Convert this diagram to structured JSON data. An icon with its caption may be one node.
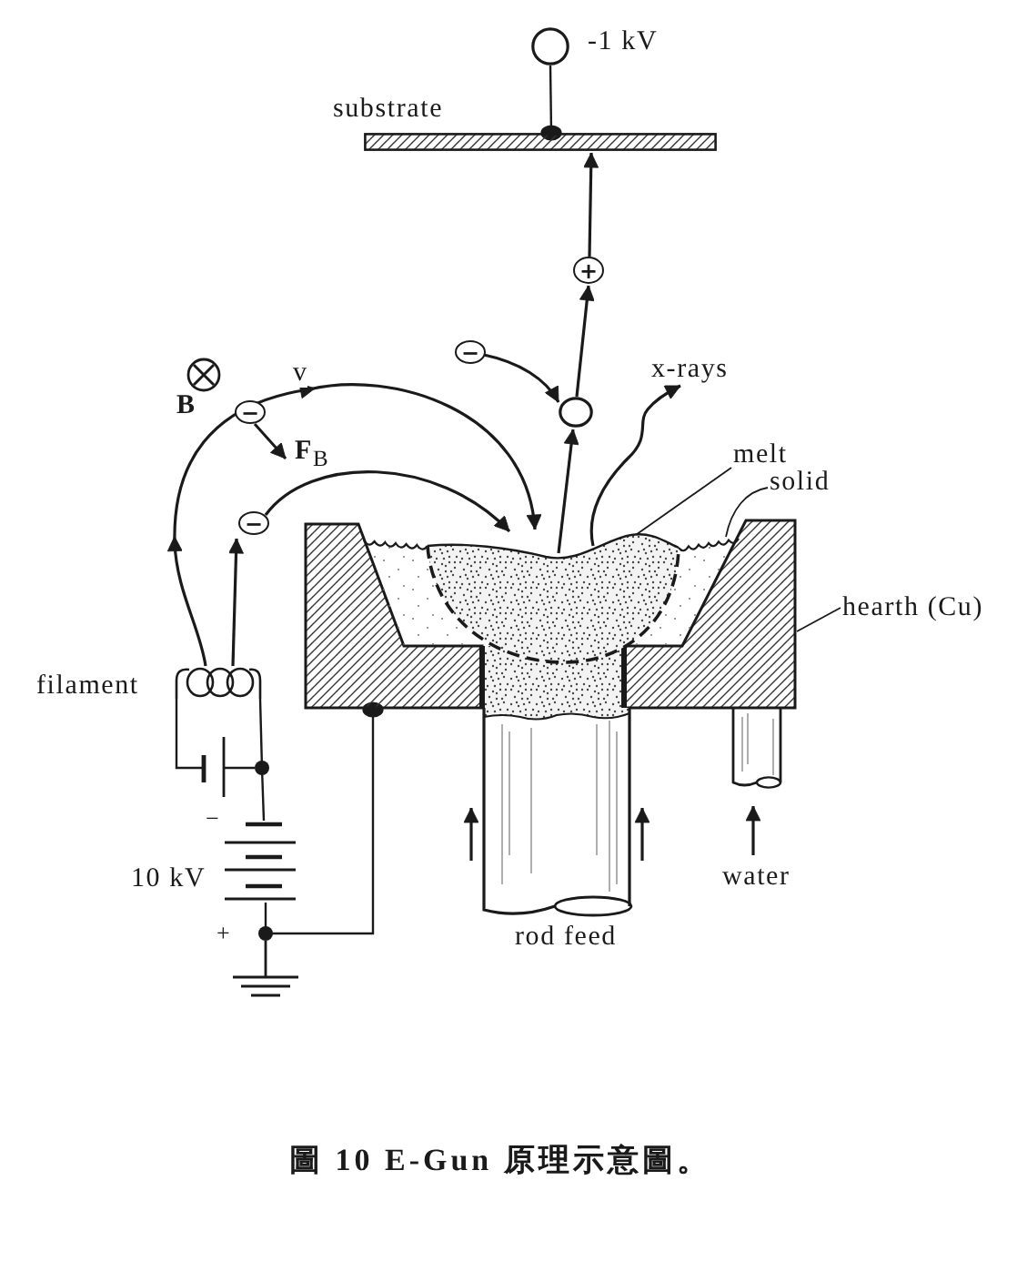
{
  "diagram": {
    "caption": "圖 10 E-Gun 原理示意圖。",
    "nodes": [
      {
        "text": [],
        "shape": "circle",
        "beside": [
          "-1 kV"
        ]
      },
      {
        "text": [],
        "shape": "bar",
        "beside": [
          "substrate"
        ]
      },
      {
        "text": [
          "+"
        ]
      },
      {
        "text": [
          "−"
        ]
      },
      {
        "text": [],
        "shape": "circle"
      },
      {
        "text": [
          "−"
        ]
      },
      {
        "text": [
          "melt"
        ]
      },
      {
        "text": [
          "solid"
        ]
      },
      {
        "text": [
          "−"
        ]
      },
      {
        "text": [],
        "shape": "picture"
      },
      {
        "text": [],
        "shape": "picture",
        "in": 9
      },
      {
        "text": [],
        "shape": "picture",
        "in": 9
      },
      {
        "text": [
          "hearth (Cu)"
        ]
      },
      {
        "text": [],
        "shape": "picture",
        "beside": [
          "filament"
        ]
      },
      {
        "text": [],
        "shape": "picture",
        "beside": [
          "−",
          "10 kV",
          "+"
        ]
      }
    ],
    "edges": [
      {
        "from": 0,
        "to": 1,
        "arrow": "other"
      },
      {
        "from": 2,
        "to": 1,
        "arrow": "to"
      },
      {
        "from": 4,
        "to": 2,
        "arrow": "to"
      },
      {
        "from": 3,
        "to": 4,
        "arrow": "to"
      },
      {
        "from": 10,
        "to": 4,
        "arrow": "to"
      },
      {
        "from": 10,
        "to": null,
        "arrow": "to",
        "label": "x-rays"
      },
      {
        "from": 13,
        "to": 10,
        "arrow": "to",
        "label": "v"
      },
      {
        "from": 13,
        "to": 8,
        "arrow": "to"
      },
      {
        "from": 8,
        "to": 10,
        "arrow": "to"
      },
      {
        "from": 6,
        "to": 10,
        "arrow": "none"
      },
      {
        "from": 7,
        "to": 11,
        "arrow": "none"
      },
      {
        "from": 12,
        "to": 9,
        "arrow": "none"
      },
      {
        "from": 13,
        "to": 14,
        "arrow": "none"
      },
      {
        "from": 14,
        "to": 9,
        "arrow": "other"
      }
    ],
    "labels": [
      "B",
      "**F**$_{B}$",
      "water",
      "rod feed"
    ]
  }
}
